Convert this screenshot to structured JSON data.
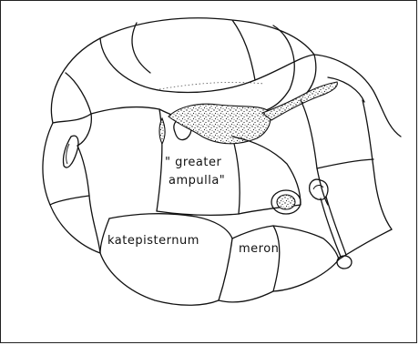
{
  "figure": {
    "labels": {
      "greater_ampulla_line1": "\" greater",
      "greater_ampulla_line2": "ampulla\"",
      "katepisternum": "katepisternum",
      "meron": "meron"
    },
    "colors": {
      "ink": "#111111",
      "background": "#ffffff"
    }
  }
}
